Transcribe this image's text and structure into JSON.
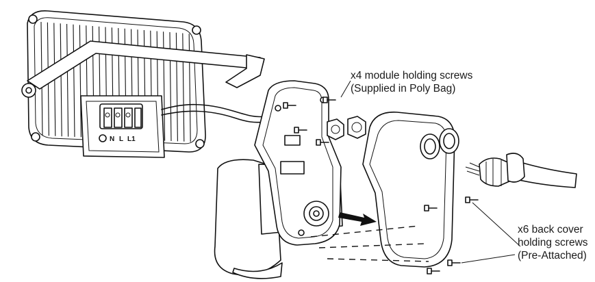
{
  "callouts": {
    "module_screws": {
      "line1": "x4 module holding screws",
      "line2": "(Supplied in Poly Bag)"
    },
    "back_cover_screws": {
      "line1": "x6 back cover",
      "line2": "holding screws",
      "line3": "(Pre-Attached)"
    }
  },
  "terminal_labels": {
    "neutral": "N",
    "live": "L",
    "live1": "L1"
  },
  "colors": {
    "ink": "#111111",
    "background": "#ffffff"
  }
}
